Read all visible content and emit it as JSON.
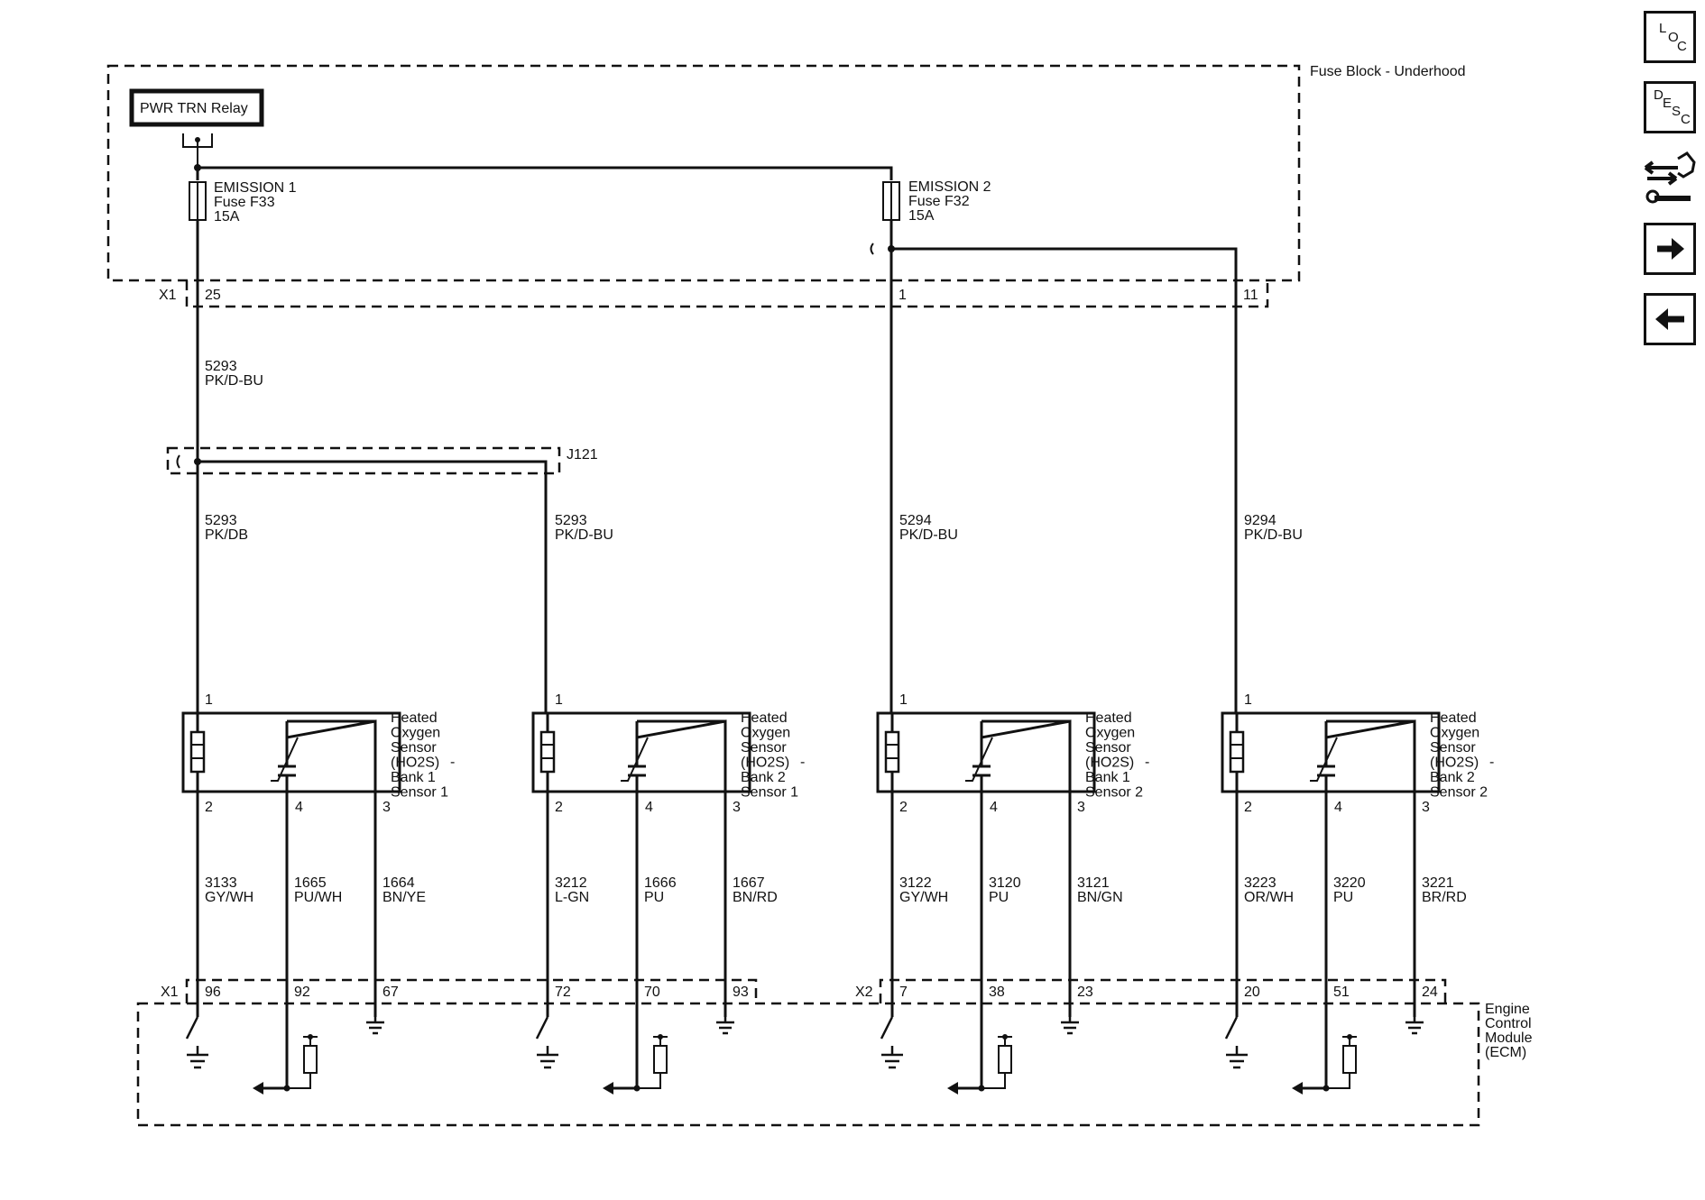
{
  "fuse_block": {
    "label": "Fuse Block - Underhood",
    "relay": "PWR TRN Relay",
    "fuses": [
      {
        "name": "EMISSION 1",
        "fuse": "Fuse F33",
        "rating": "15A"
      },
      {
        "name": "EMISSION 2",
        "fuse": "Fuse F32",
        "rating": "15A"
      }
    ],
    "connector": {
      "name": "X1",
      "pins": [
        "25",
        "1",
        "11"
      ]
    }
  },
  "splice": {
    "name": "J121"
  },
  "wires_upper": [
    {
      "circuit": "5293",
      "color": "PK/D-BU"
    },
    {
      "circuit": "5293",
      "color": "PK/DB"
    },
    {
      "circuit": "5293",
      "color": "PK/D-BU"
    },
    {
      "circuit": "5294",
      "color": "PK/D-BU"
    },
    {
      "circuit": "9294",
      "color": "PK/D-BU"
    }
  ],
  "sensors": [
    {
      "label": "Heated Oxygen Sensor (HO2S) - Bank 1 Sensor 1",
      "label_lines": [
        "Heated",
        "Oxygen",
        "Sensor",
        "(HO2S)",
        "Bank 1",
        "Sensor 1"
      ],
      "dash": "-",
      "pins": {
        "top": "1",
        "a": "2",
        "b": "4",
        "c": "3"
      },
      "wires": [
        {
          "circuit": "3133",
          "color": "GY/WH"
        },
        {
          "circuit": "1665",
          "color": "PU/WH"
        },
        {
          "circuit": "1664",
          "color": "BN/YE"
        }
      ],
      "ecm_pins": [
        "96",
        "92",
        "67"
      ]
    },
    {
      "label": "Heated Oxygen Sensor (HO2S) - Bank 2 Sensor 1",
      "label_lines": [
        "Heated",
        "Oxygen",
        "Sensor",
        "(HO2S)",
        "Bank 2",
        "Sensor 1"
      ],
      "dash": "-",
      "pins": {
        "top": "1",
        "a": "2",
        "b": "4",
        "c": "3"
      },
      "wires": [
        {
          "circuit": "3212",
          "color": "L-GN"
        },
        {
          "circuit": "1666",
          "color": "PU"
        },
        {
          "circuit": "1667",
          "color": "BN/RD"
        }
      ],
      "ecm_pins": [
        "72",
        "70",
        "93"
      ]
    },
    {
      "label": "Heated Oxygen Sensor (HO2S) - Bank 1 Sensor 2",
      "label_lines": [
        "Heated",
        "Oxygen",
        "Sensor",
        "(HO2S)",
        "Bank 1",
        "Sensor 2"
      ],
      "dash": "-",
      "pins": {
        "top": "1",
        "a": "2",
        "b": "4",
        "c": "3"
      },
      "wires": [
        {
          "circuit": "3122",
          "color": "GY/WH"
        },
        {
          "circuit": "3120",
          "color": "PU"
        },
        {
          "circuit": "3121",
          "color": "BN/GN"
        }
      ],
      "ecm_pins": [
        "7",
        "38",
        "23"
      ]
    },
    {
      "label": "Heated Oxygen Sensor (HO2S) - Bank 2 Sensor 2",
      "label_lines": [
        "Heated",
        "Oxygen",
        "Sensor",
        "(HO2S)",
        "Bank 2",
        "Sensor 2"
      ],
      "dash": "-",
      "pins": {
        "top": "1",
        "a": "2",
        "b": "4",
        "c": "3"
      },
      "wires": [
        {
          "circuit": "3223",
          "color": "OR/WH"
        },
        {
          "circuit": "3220",
          "color": "PU"
        },
        {
          "circuit": "3221",
          "color": "BR/RD"
        }
      ],
      "ecm_pins": [
        "20",
        "51",
        "24"
      ]
    }
  ],
  "ecm": {
    "label": "Engine Control Module (ECM)",
    "label_lines": [
      "Engine",
      "Control",
      "Module",
      "(ECM)"
    ],
    "connectors": [
      "X1",
      "X2"
    ]
  },
  "nav": {
    "loc": {
      "l1": "L",
      "l2": "O",
      "l3": "C"
    },
    "desc": {
      "l1": "D",
      "l2": "E",
      "l3": "S",
      "l4": "C"
    },
    "icons": [
      "connector-tools-icon",
      "arrow-right-icon",
      "arrow-left-icon"
    ]
  }
}
